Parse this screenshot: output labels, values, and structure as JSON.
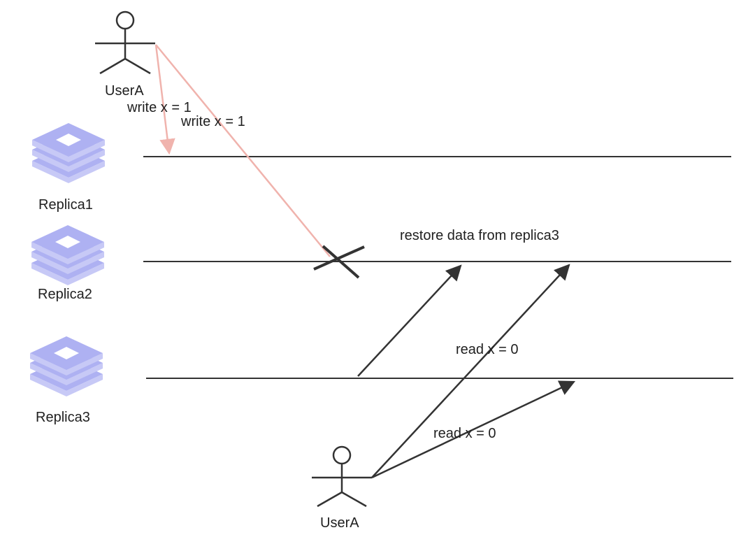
{
  "actors": {
    "top": {
      "label": "UserA"
    },
    "bottom": {
      "label": "UserA"
    }
  },
  "replicas": [
    {
      "label": "Replica1"
    },
    {
      "label": "Replica2"
    },
    {
      "label": "Replica3"
    }
  ],
  "messages": {
    "write_1": "write x = 1",
    "write_2": "write x = 1",
    "restore": "restore data from replica3",
    "read_1": "read x = 0",
    "read_2": "read x = 0"
  },
  "colors": {
    "write_arrow": "#f0b3ad",
    "read_arrow": "#333333",
    "timeline": "#333333",
    "replica_icon": "#aeb1f2",
    "actor": "#333333"
  }
}
